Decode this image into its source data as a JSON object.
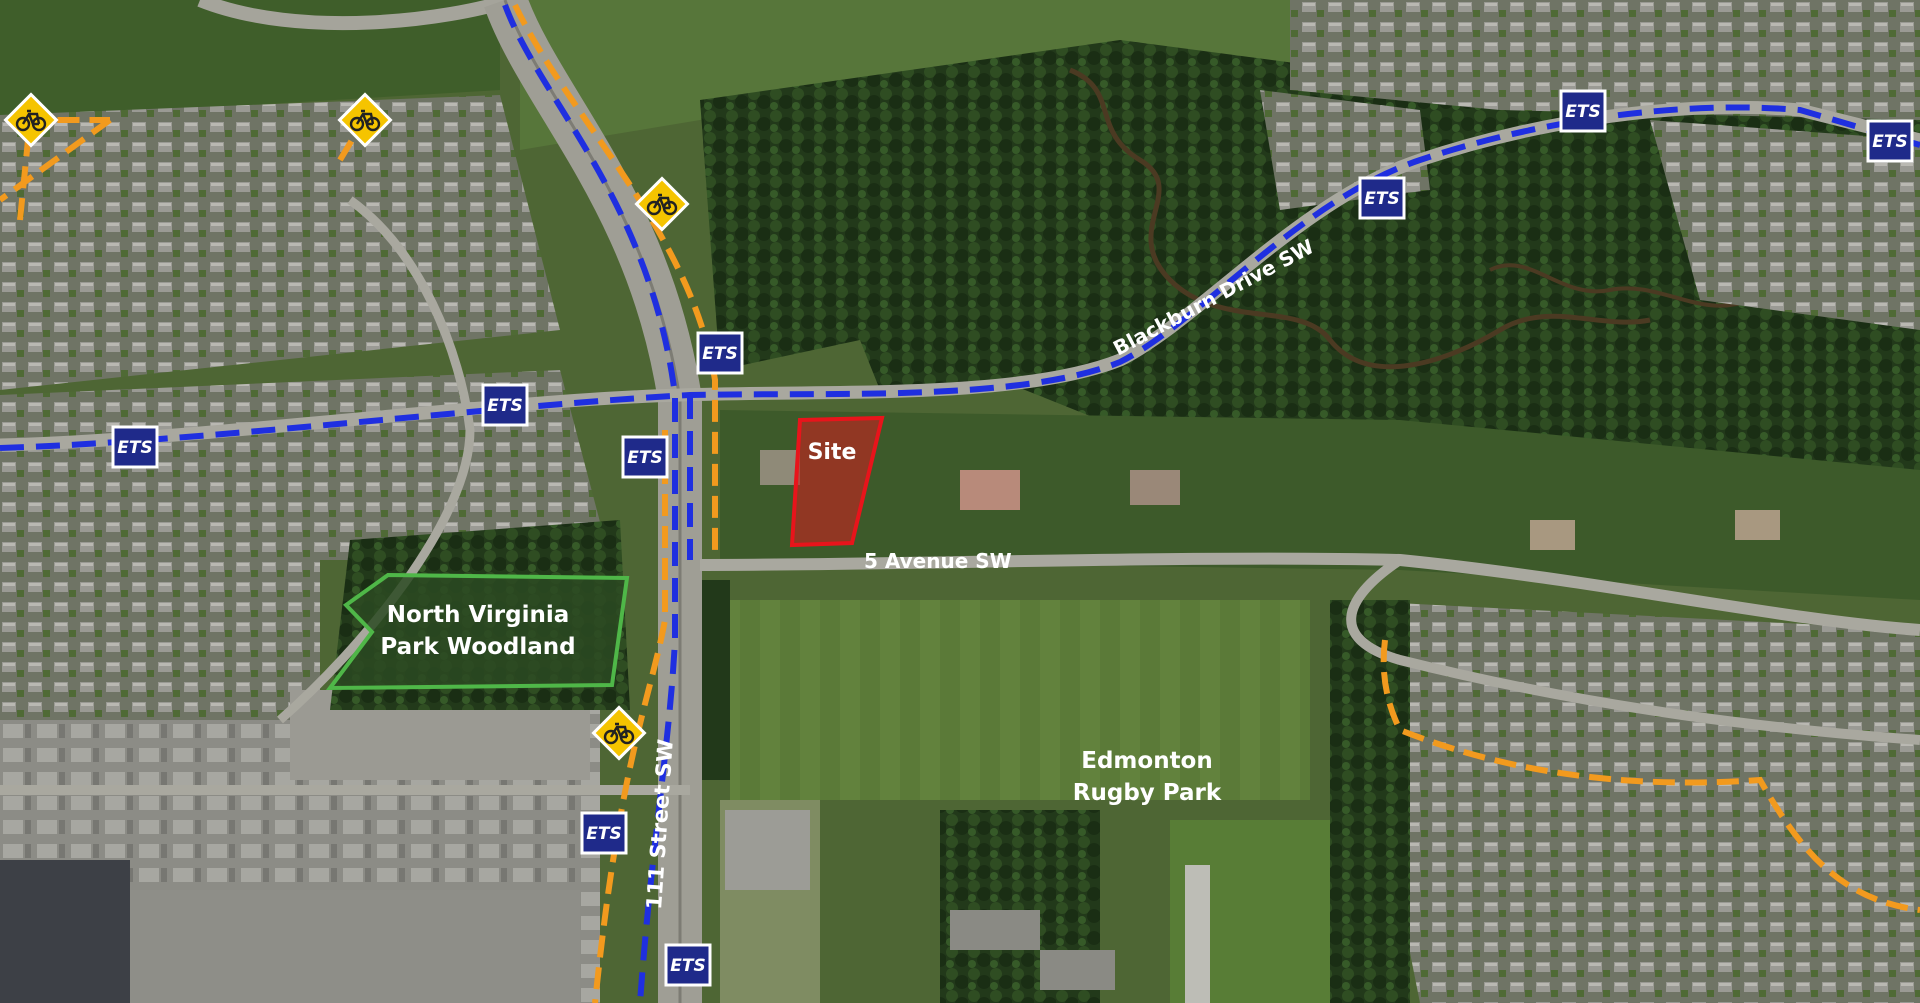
{
  "map": {
    "site_label": "Site",
    "park_label_line1": "North Virginia",
    "park_label_line2": "Park Woodland",
    "rugby_label_line1": "Edmonton",
    "rugby_label_line2": "Rugby Park",
    "roads": {
      "avenue_5": "5  Avenue SW",
      "street_111": "111 Street SW",
      "blackburn": "Blackburn Drive SW"
    },
    "transit_label": "ETS",
    "legend_icons": {
      "transit": "bus-stop-icon",
      "bike": "bicycle-icon"
    },
    "colors": {
      "transit_route": "#1f2fe0",
      "bike_route": "#f29a1e",
      "site_outline": "#e8141b",
      "park_outline": "#4fb748",
      "ets_badge": "#1f2a8a",
      "bike_sign": "#f5c400"
    }
  }
}
